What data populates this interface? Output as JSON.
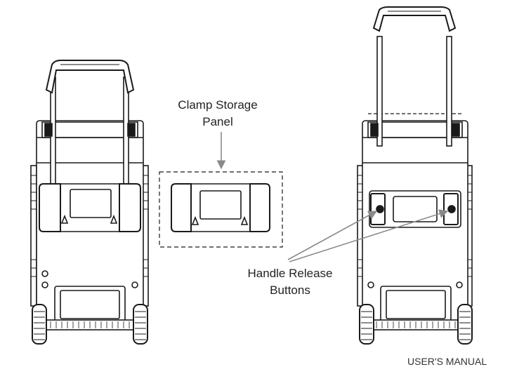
{
  "labels": {
    "clamp_storage_line1": "Clamp Storage",
    "clamp_storage_line2": "Panel",
    "handle_release_line1": "Handle Release",
    "handle_release_line2": "Buttons"
  },
  "footer": {
    "text": "USER'S MANUAL"
  },
  "colors": {
    "line": "#1a1a1a",
    "arrow": "#8a8a8a",
    "text": "#222222"
  }
}
